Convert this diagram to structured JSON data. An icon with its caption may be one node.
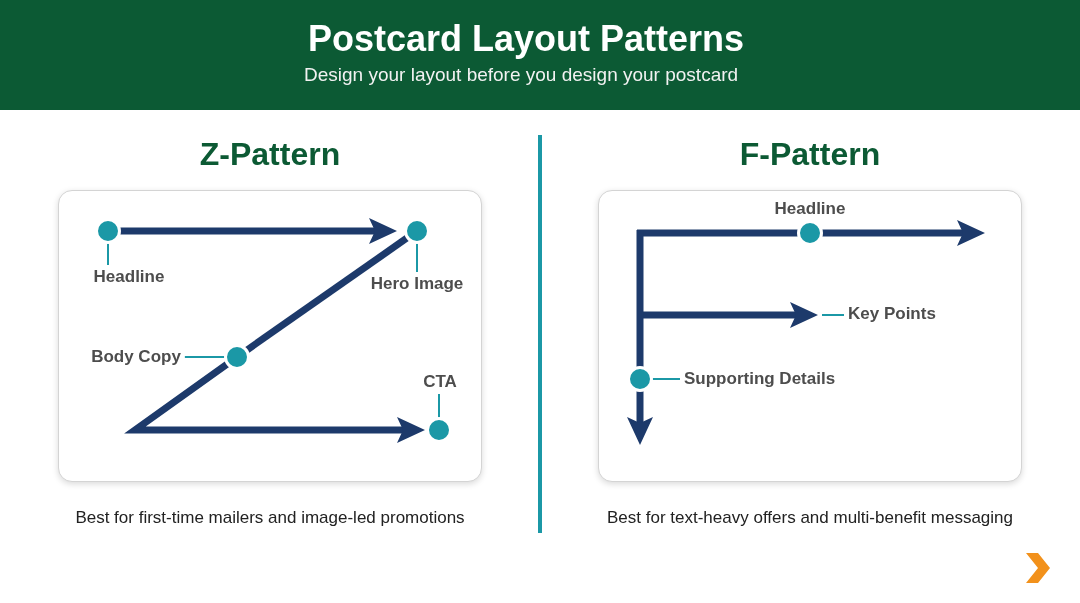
{
  "diagram": {
    "title": "Postcard Layout Patterns",
    "labels": [
      "Design your layout before you design your postcard",
      "Best for first-time mailers and image-led promotions",
      "Best for text-heavy offers and multi-benefit messaging"
    ],
    "nodes": [
      {
        "text": [
          "Z-Pattern"
        ]
      },
      {
        "text": [
          "Headline"
        ],
        "in": 0
      },
      {
        "text": [],
        "shape": "circle",
        "in": 0
      },
      {
        "text": [],
        "shape": "circle",
        "in": 0
      },
      {
        "text": [
          "Hero Image"
        ],
        "in": 0
      },
      {
        "text": [
          "Body Copy"
        ],
        "in": 0
      },
      {
        "text": [],
        "shape": "circle",
        "in": 0
      },
      {
        "text": [
          "CTA"
        ],
        "in": 0
      },
      {
        "text": [],
        "shape": "circle",
        "in": 0
      },
      {
        "text": [
          "F-Pattern"
        ]
      },
      {
        "text": [],
        "shape": "circle",
        "in": 9,
        "beside": [
          "Headline"
        ]
      },
      {
        "text": [
          "Key Points"
        ],
        "in": 9
      },
      {
        "text": [],
        "shape": "circle",
        "in": 9
      },
      {
        "text": [
          "Supporting Details"
        ],
        "in": 9
      }
    ],
    "edges": [
      {
        "from": 2,
        "to": 3,
        "arrow": "to"
      },
      {
        "from": 3,
        "to": 6,
        "arrow": "none"
      },
      {
        "from": 6,
        "to": 8,
        "arrow": "to"
      },
      {
        "from": 1,
        "to": 2,
        "arrow": "none",
        "color": "#1b98a6"
      },
      {
        "from": 4,
        "to": 3,
        "arrow": "none",
        "color": "#1b98a6"
      },
      {
        "from": 5,
        "to": 6,
        "arrow": "none",
        "color": "#1b98a6"
      },
      {
        "from": 7,
        "to": 8,
        "arrow": "none",
        "color": "#1b98a6"
      },
      {
        "from": null,
        "to": 10,
        "arrow": "none"
      },
      {
        "from": 10,
        "to": null,
        "arrow": "to"
      },
      {
        "from": null,
        "to": 11,
        "arrow": "to"
      },
      {
        "from": 11,
        "to": null,
        "arrow": "none",
        "color": "#1b98a6"
      },
      {
        "from": null,
        "to": 12,
        "arrow": "none"
      },
      {
        "from": 12,
        "to": null,
        "arrow": "to"
      },
      {
        "from": 13,
        "to": 12,
        "arrow": "none",
        "color": "#1b98a6"
      }
    ]
  }
}
